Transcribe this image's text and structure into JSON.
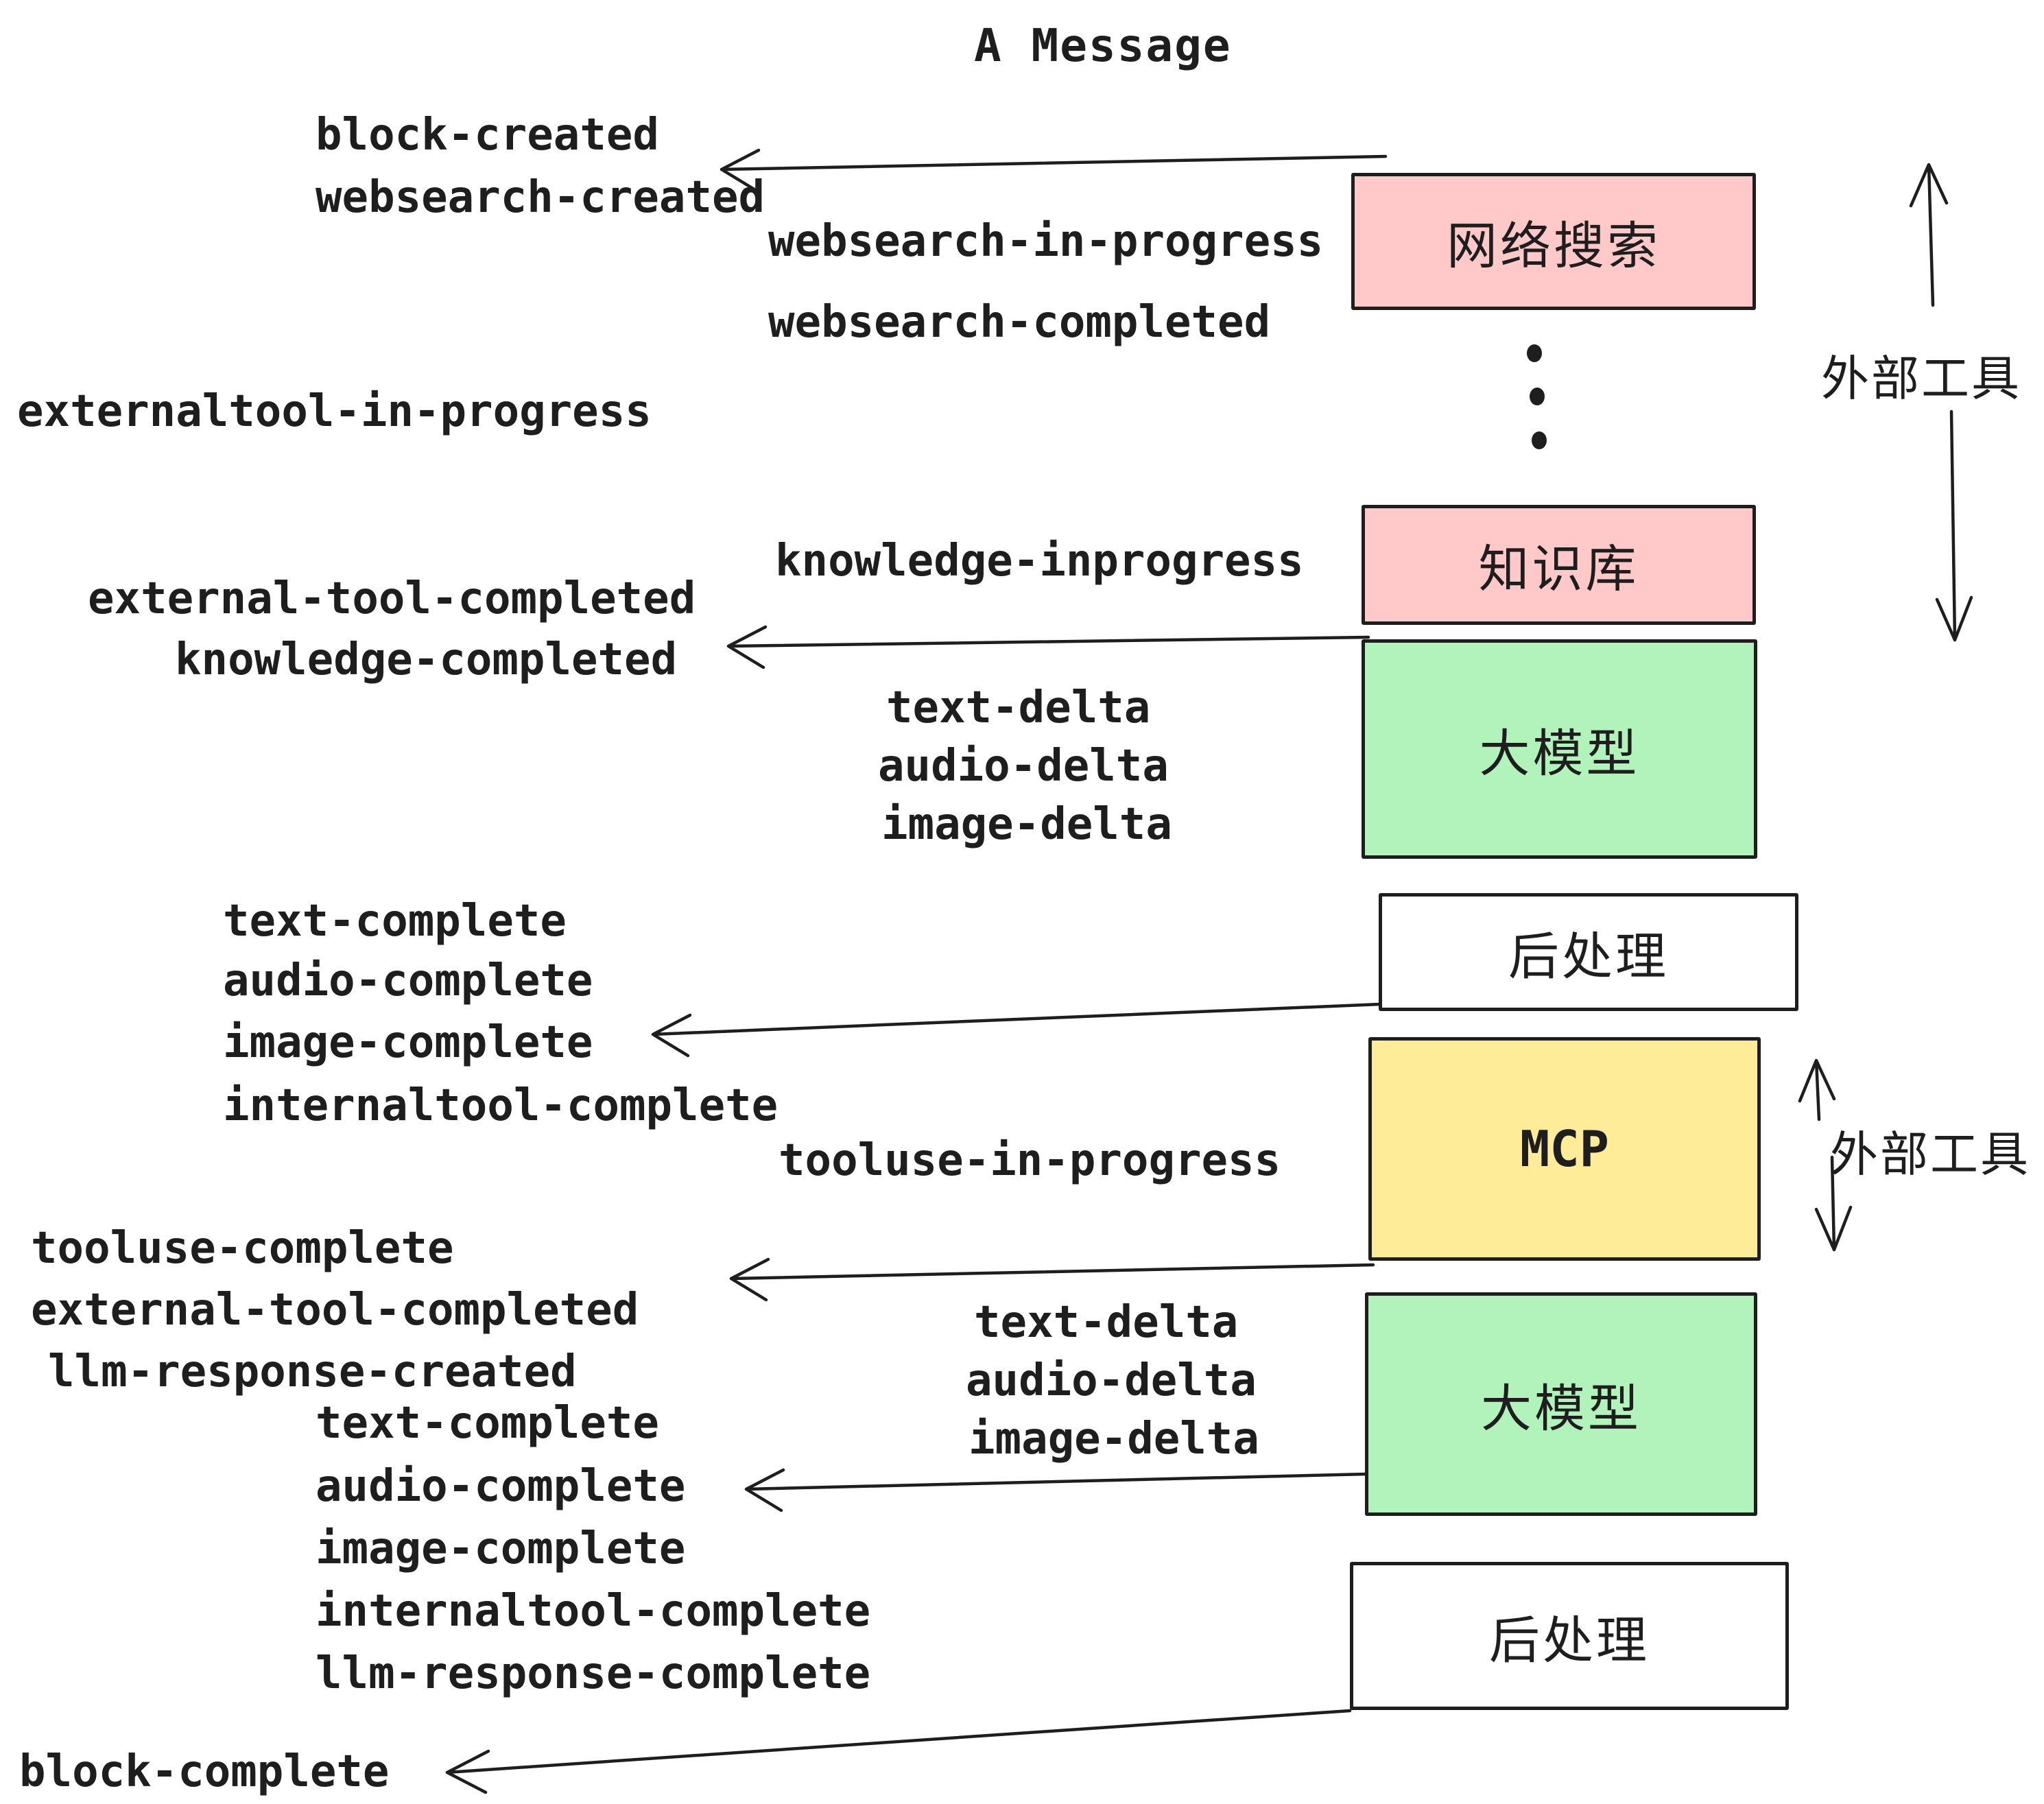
{
  "title": "A Message",
  "colors": {
    "pink": "#ffc9c9",
    "green": "#b2f2bb",
    "yellow": "#ffec99",
    "white": "#ffffff",
    "ink": "#1e1e1e"
  },
  "boxes": [
    {
      "id": "websearch",
      "label": "网络搜索",
      "color": "#ffc9c9"
    },
    {
      "id": "knowledge",
      "label": "知识库",
      "color": "#ffc9c9"
    },
    {
      "id": "llm-1",
      "label": "大模型",
      "color": "#b2f2bb"
    },
    {
      "id": "postprocess-1",
      "label": "后处理",
      "color": "#ffffff"
    },
    {
      "id": "mcp",
      "label": "MCP",
      "color": "#ffec99"
    },
    {
      "id": "llm-2",
      "label": "大模型",
      "color": "#b2f2bb"
    },
    {
      "id": "postprocess-2",
      "label": "后处理",
      "color": "#ffffff"
    }
  ],
  "side_labels": [
    {
      "label": "外部工具"
    },
    {
      "label": "外部工具"
    }
  ],
  "events": [
    {
      "label": "block-created"
    },
    {
      "label": "websearch-created"
    },
    {
      "label": "websearch-in-progress"
    },
    {
      "label": "websearch-completed"
    },
    {
      "label": "externaltool-in-progress"
    },
    {
      "label": "knowledge-inprogress"
    },
    {
      "label": "external-tool-completed"
    },
    {
      "label": "knowledge-completed"
    },
    {
      "label": "text-delta"
    },
    {
      "label": "audio-delta"
    },
    {
      "label": "image-delta"
    },
    {
      "label": "text-complete"
    },
    {
      "label": "audio-complete"
    },
    {
      "label": "image-complete"
    },
    {
      "label": "internaltool-complete"
    },
    {
      "label": "tooluse-in-progress"
    },
    {
      "label": "tooluse-complete"
    },
    {
      "label": "external-tool-completed"
    },
    {
      "label": "llm-response-created"
    },
    {
      "label": "text-complete"
    },
    {
      "label": "audio-complete"
    },
    {
      "label": "image-complete"
    },
    {
      "label": "internaltool-complete"
    },
    {
      "label": "llm-response-complete"
    },
    {
      "label": "block-complete"
    },
    {
      "label": "text-delta"
    },
    {
      "label": "audio-delta"
    },
    {
      "label": "image-delta"
    }
  ]
}
